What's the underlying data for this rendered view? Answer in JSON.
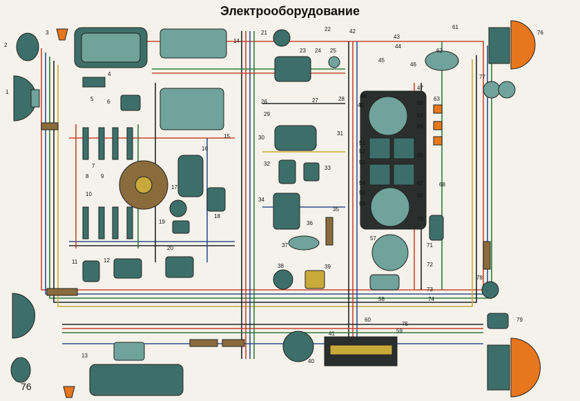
{
  "title": "Электрооборудование",
  "page_number": "76",
  "colors": {
    "background": "#f4f2ea",
    "component_teal": "#3d6f6a",
    "component_light": "#6fa39b",
    "lamp_orange": "#e8761c",
    "wire_red": "#c8452f",
    "wire_blue": "#2f4f8f",
    "wire_green": "#2f7a3a",
    "wire_black": "#222222",
    "wire_yellow": "#c9a93a",
    "terminal_brown": "#8a6b3c"
  },
  "component_labels": [
    "1",
    "2",
    "3",
    "4",
    "5",
    "6",
    "7",
    "8",
    "9",
    "10",
    "11",
    "12",
    "13",
    "14",
    "15",
    "16",
    "17",
    "18",
    "19",
    "20",
    "21",
    "22",
    "23",
    "24",
    "25",
    "26",
    "27",
    "28",
    "29",
    "30",
    "31",
    "32",
    "33",
    "34",
    "35",
    "36",
    "37",
    "38",
    "39",
    "40",
    "41",
    "42",
    "43",
    "44",
    "45",
    "46",
    "47",
    "48",
    "49",
    "50",
    "51",
    "52",
    "53",
    "54",
    "55",
    "56",
    "57",
    "58",
    "59",
    "60",
    "61",
    "62",
    "63",
    "64",
    "65",
    "66",
    "67",
    "68",
    "69",
    "70",
    "71",
    "72",
    "73",
    "74",
    "75",
    "76",
    "77",
    "78",
    "79"
  ]
}
